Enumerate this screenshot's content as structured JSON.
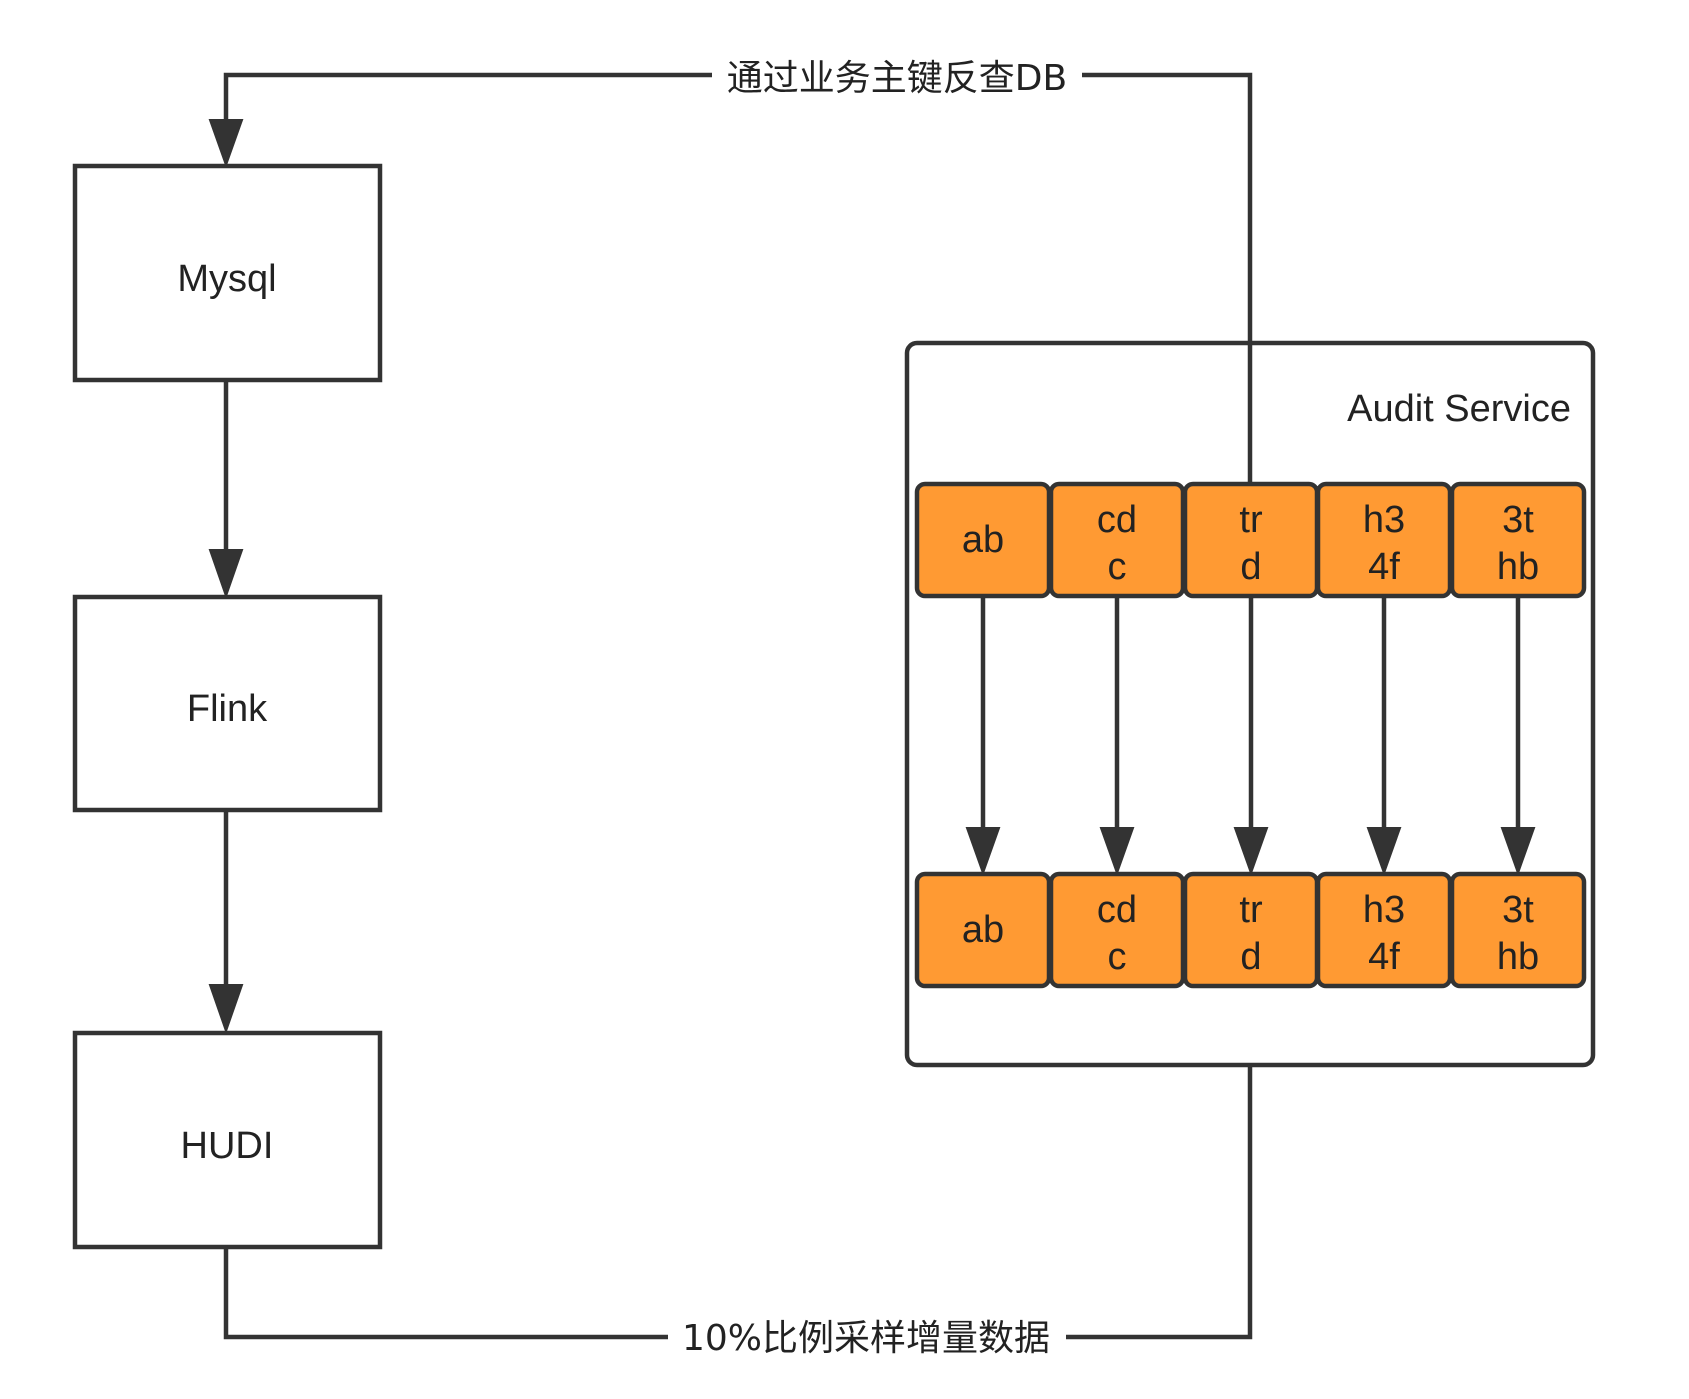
{
  "nodes": {
    "mysql": "Mysql",
    "flink": "Flink",
    "hudi": "HUDI"
  },
  "audit_service": {
    "title": "Audit Service",
    "top_row": [
      {
        "line1": "ab",
        "line2": ""
      },
      {
        "line1": "cd",
        "line2": "c"
      },
      {
        "line1": "tr",
        "line2": "d"
      },
      {
        "line1": "h3",
        "line2": "4f"
      },
      {
        "line1": "3t",
        "line2": "hb"
      }
    ],
    "bottom_row": [
      {
        "line1": "ab",
        "line2": ""
      },
      {
        "line1": "cd",
        "line2": "c"
      },
      {
        "line1": "tr",
        "line2": "d"
      },
      {
        "line1": "h3",
        "line2": "4f"
      },
      {
        "line1": "3t",
        "line2": "hb"
      }
    ]
  },
  "edges": {
    "lookup_db": "通过业务主键反查DB",
    "sample_incremental": "10%比例采样增量数据"
  },
  "colors": {
    "cell_fill": "#ff9a33",
    "stroke": "#333333",
    "background": "#ffffff"
  }
}
